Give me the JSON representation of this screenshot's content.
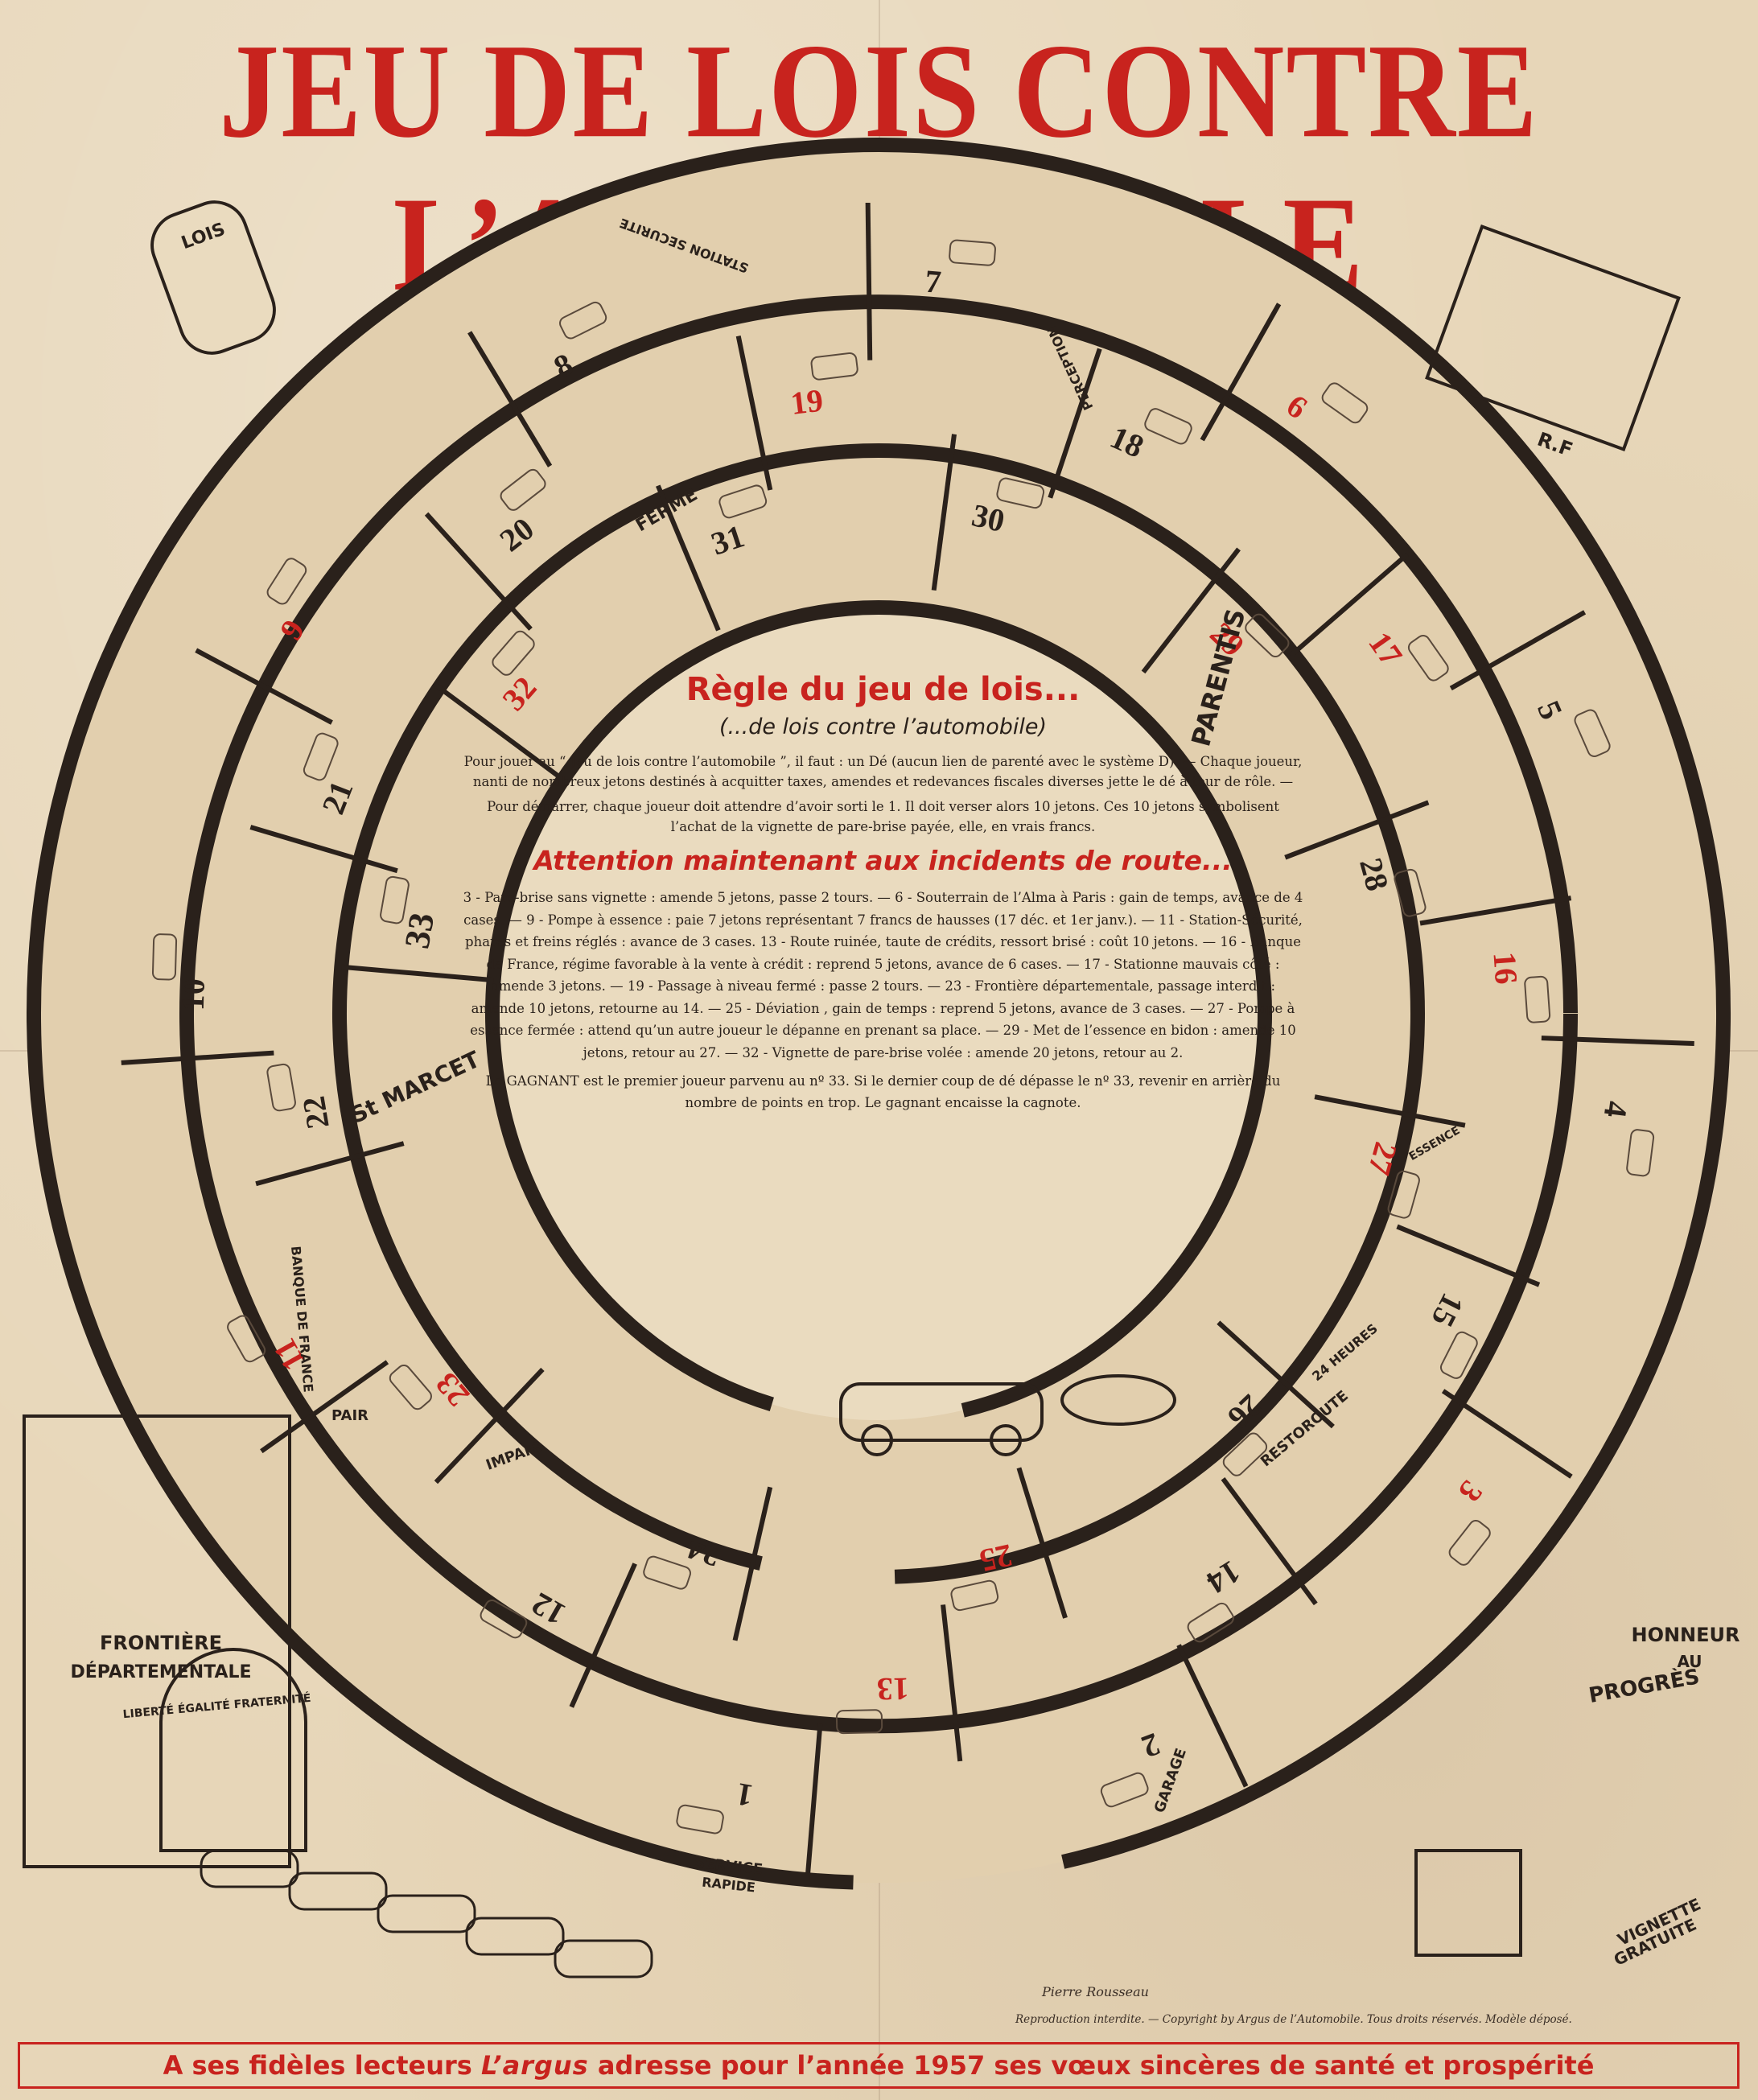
{
  "title": "JEU DE LOIS CONTRE L’AUTOMOBILE",
  "rules": {
    "title": "Règle du jeu de lois...",
    "subtitle": "(...de lois contre l’automobile)",
    "para1": "Pour jouer au “ Jeu de lois contre l’automobile ”, il faut : un Dé (aucun lien de parenté avec le système D). — Chaque joueur, nanti de nombreux jetons destinés à acquitter taxes, amendes et redevances fiscales diverses jette le dé à tour de rôle. —",
    "para2": "Pour démarrer, chaque joueur doit attendre d’avoir sorti le 1. Il doit verser alors 10 jetons. Ces 10 jetons symbolisent l’achat de la vignette de pare-brise payée, elle, en vrais francs.",
    "attention_title": "Attention maintenant aux incidents de route...",
    "incidents": "3 - Pare-brise sans vignette : amende 5 jetons, passe 2 tours. — 6 - Souterrain de l’Alma à Paris : gain de temps, avance de 4 cases. — 9 - Pompe à essence : paie 7 jetons représentant 7 francs de hausses (17 déc. et 1er janv.). — 11 - Station-Sécurité, phares et freins réglés : avance de 3 cases. 13 - Route ruinée, taute de crédits, ressort brisé : coût 10 jetons. — 16 - Banque de France, régime favorable à la vente à crédit : reprend 5 jetons, avance de 6 cases. — 17 - Stationne mauvais côté : amende 3 jetons. — 19 - Passage à niveau fermé : passe 2 tours. — 23 - Frontière départementale, passage interdit : amende 10 jetons, retourne au 14. — 25 - Déviation , gain de temps : reprend 5 jetons, avance de 3 cases. — 27 - Pompe à essence fermée : attend qu’un autre joueur le dépanne en prenant sa place. — 29 - Met de l’essence en bidon : amende 10 jetons, retour au 27. — 32 - Vignette de pare-brise volée : amende 20 jetons, retour au 2.",
    "gagnant": "Le GAGNANT est le premier joueur parvenu au nº 33. Si le dernier coup de dé dépasse le nº 33, revenir en arrière du nombre de points en trop. Le gagnant encaisse la cagnote."
  },
  "squares": [
    {
      "n": "1",
      "red": false
    },
    {
      "n": "2",
      "red": false
    },
    {
      "n": "3",
      "red": true
    },
    {
      "n": "4",
      "red": false
    },
    {
      "n": "5",
      "red": false
    },
    {
      "n": "6",
      "red": true
    },
    {
      "n": "7",
      "red": false
    },
    {
      "n": "8",
      "red": false
    },
    {
      "n": "9",
      "red": true
    },
    {
      "n": "10",
      "red": false
    },
    {
      "n": "11",
      "red": true
    },
    {
      "n": "12",
      "red": false
    },
    {
      "n": "13",
      "red": true
    },
    {
      "n": "14",
      "red": false
    },
    {
      "n": "15",
      "red": false
    },
    {
      "n": "16",
      "red": true
    },
    {
      "n": "17",
      "red": true
    },
    {
      "n": "18",
      "red": false
    },
    {
      "n": "19",
      "red": true
    },
    {
      "n": "20",
      "red": false
    },
    {
      "n": "21",
      "red": false
    },
    {
      "n": "22",
      "red": false
    },
    {
      "n": "23",
      "red": true
    },
    {
      "n": "24",
      "red": false
    },
    {
      "n": "25",
      "red": true
    },
    {
      "n": "26",
      "red": false
    },
    {
      "n": "27",
      "red": true
    },
    {
      "n": "28",
      "red": false
    },
    {
      "n": "29",
      "red": true
    },
    {
      "n": "30",
      "red": false
    },
    {
      "n": "31",
      "red": false
    },
    {
      "n": "32",
      "red": true
    },
    {
      "n": "33",
      "red": false
    }
  ],
  "signs": {
    "lois": "LOIS",
    "rf": "R.F",
    "station": "STATION SECURITE",
    "perception": "PERCEPTION",
    "ferme": "FERME",
    "parentis": "PARENTIS",
    "stmarcet": "St MARCET",
    "banque": "BANQUE DE FRANCE",
    "pair": "PAIR",
    "impair": "IMPAIR",
    "essence": "ESSENCE",
    "restoroute": "RESTOROUTE",
    "heures": "24 HEURES",
    "garage": "GARAGE",
    "honneur": "HONNEUR AU PROGRÈS",
    "frontiere": "FRONTIÈRE DÉPARTEMENTALE",
    "devise": "LIBERTÉ ÉGALITÉ FRATERNITÉ",
    "service": "SERVICE RAPIDE",
    "vignette": "VIGNETTE GRATUITE"
  },
  "signature": "Pierre Rousseau",
  "copyright": "Reproduction interdite. — Copyright by Argus de l’Automobile. Tous droits réservés. Modèle déposé.",
  "footer": {
    "before": "A ses fidèles lecteurs ",
    "brand": "L’argus",
    "after": " adresse pour l’année 1957 ses vœux sincères de santé et prospérité"
  },
  "colors": {
    "red": "#c8231e",
    "ink": "#2a211b",
    "paper": "#e7d6b8"
  }
}
